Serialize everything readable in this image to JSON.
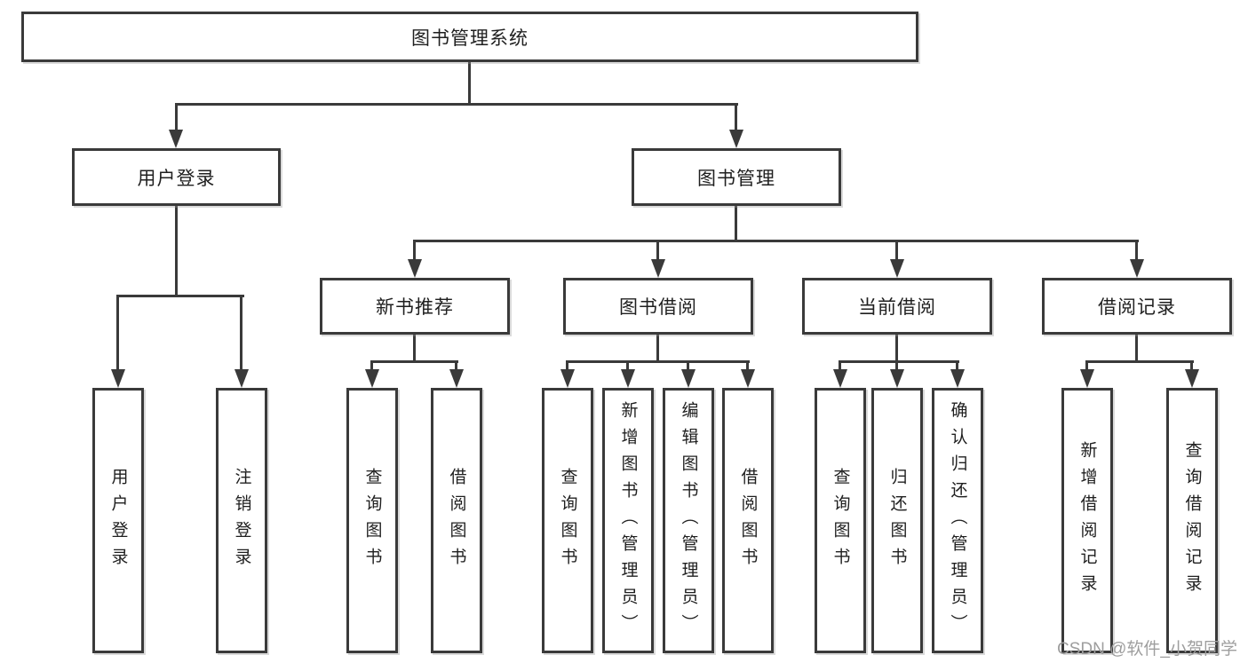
{
  "tree": {
    "label": "图书管理系统",
    "children": [
      {
        "label": "用户登录",
        "children": [
          {
            "label": "用户登录"
          },
          {
            "label": "注销登录"
          }
        ]
      },
      {
        "label": "图书管理",
        "children": [
          {
            "label": "新书推荐",
            "children": [
              {
                "label": "查询图书"
              },
              {
                "label": "借阅图书"
              }
            ]
          },
          {
            "label": "图书借阅",
            "children": [
              {
                "label": "查询图书"
              },
              {
                "label": "新增图书（管理员）"
              },
              {
                "label": "编辑图书（管理员）"
              },
              {
                "label": "借阅图书"
              }
            ]
          },
          {
            "label": "当前借阅",
            "children": [
              {
                "label": "查询图书"
              },
              {
                "label": "归还图书"
              },
              {
                "label": "确认归还（管理员）"
              }
            ]
          },
          {
            "label": "借阅记录",
            "children": [
              {
                "label": "新增借阅记录"
              },
              {
                "label": "查询借阅记录"
              }
            ]
          }
        ]
      }
    ]
  },
  "watermark": {
    "text": "CSDN @软件_小贺同学",
    "color": "#9e9e9e"
  },
  "colors": {
    "line": "#3a3a3a",
    "text": "#1f1f1f",
    "node_fill": "#ffffff",
    "background": "#ffffff"
  }
}
